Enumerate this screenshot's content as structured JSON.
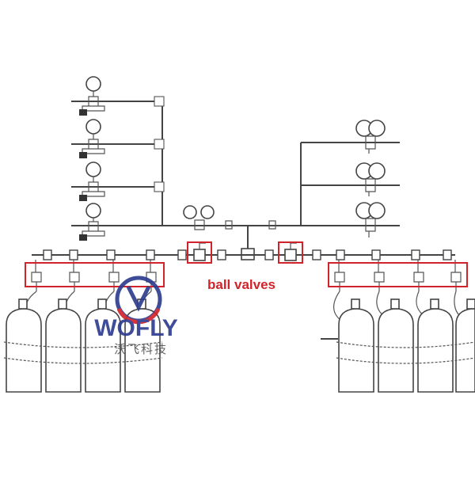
{
  "diagram": {
    "annotation": "ball valves",
    "brand": {
      "name": "WOFLY",
      "tagline": "沃飞科技"
    },
    "colors": {
      "line": "#444444",
      "highlight": "#d2232a",
      "brand_blue": "#2f3d8f",
      "brand_red": "#d2232a"
    }
  }
}
